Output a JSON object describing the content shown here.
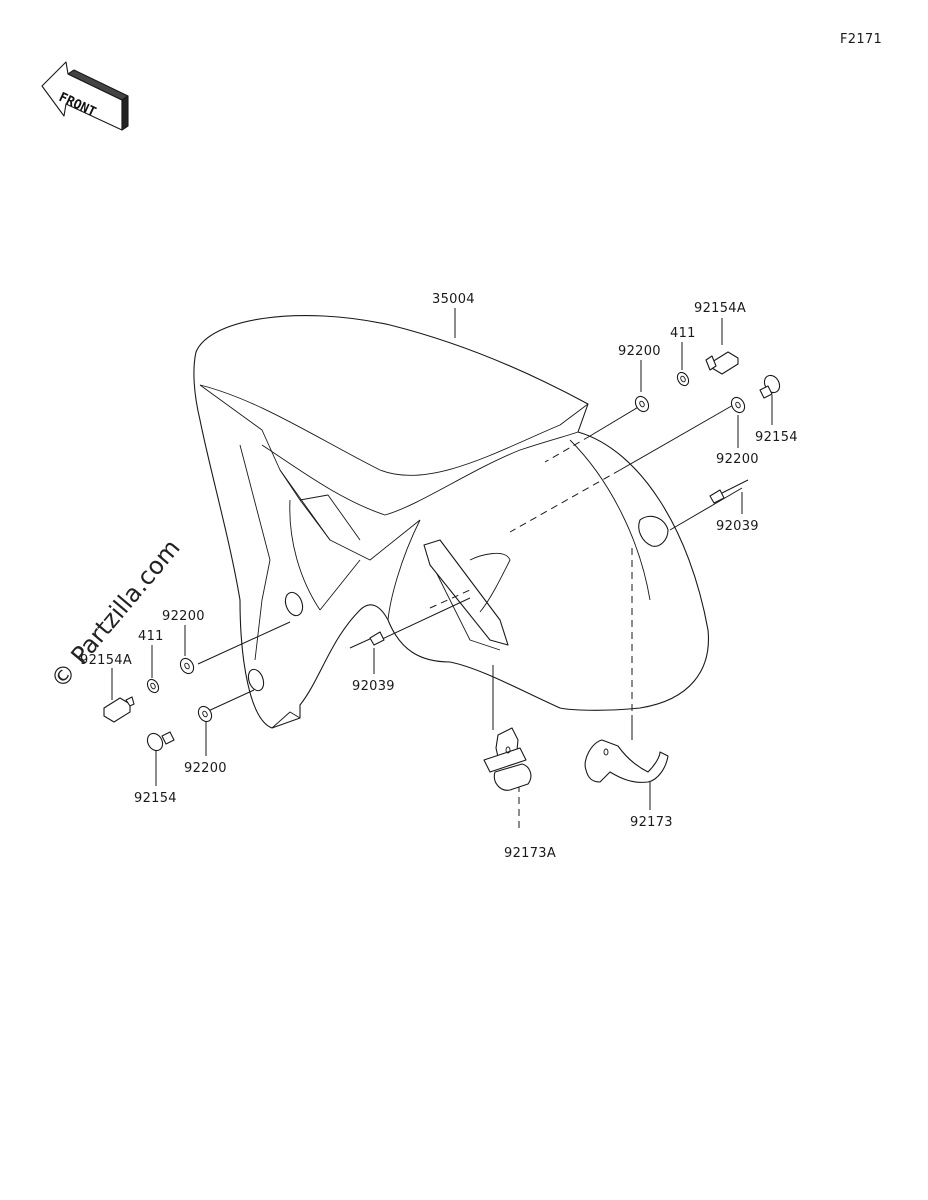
{
  "figure_code": "F2171",
  "front_label": "FRONT",
  "watermark": "© Partzilla.com",
  "callouts": {
    "p35004": "35004",
    "p92154A_right": "92154A",
    "p411_right": "411",
    "p92200_right_top": "92200",
    "p92154_right": "92154",
    "p92200_right_mid": "92200",
    "p92039_right": "92039",
    "p92200_left_top": "92200",
    "p411_left": "411",
    "p92154A_left": "92154A",
    "p92039_center": "92039",
    "p92200_left_bottom": "92200",
    "p92154_left": "92154",
    "p92173A": "92173A",
    "p92173": "92173"
  }
}
